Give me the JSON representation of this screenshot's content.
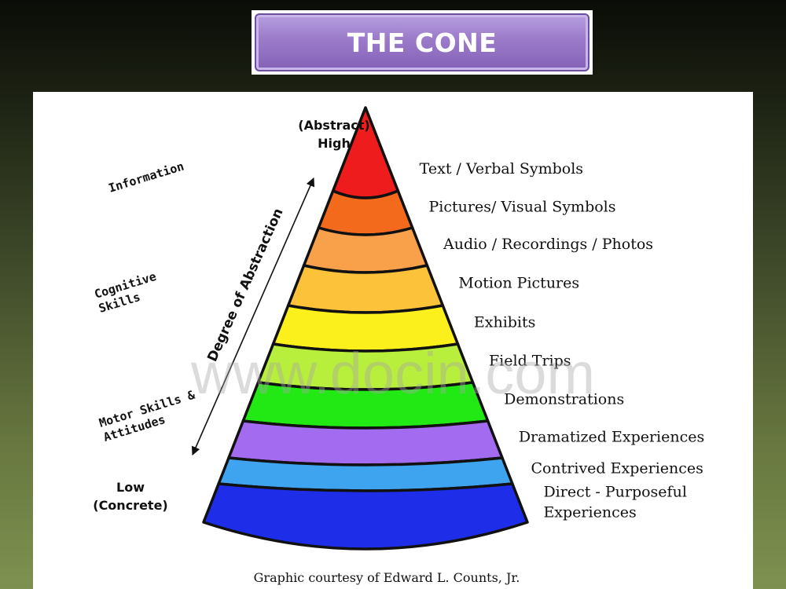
{
  "slide": {
    "title": "THE CONE"
  },
  "diagram": {
    "top_label": [
      "(Abstract)",
      "High"
    ],
    "bottom_label": [
      "Low",
      "(Concrete)"
    ],
    "axis_label": "Degree of Abstraction",
    "side_labels": [
      [
        "Information"
      ],
      [
        "Cognitive",
        "Skills"
      ],
      [
        "Motor Skills &",
        "Attitudes"
      ]
    ],
    "levels": [
      {
        "label": [
          "Text / Verbal Symbols"
        ],
        "color": "#ee1c1c"
      },
      {
        "label": [
          "Pictures/ Visual Symbols"
        ],
        "color": "#f36a1d"
      },
      {
        "label": [
          "Audio / Recordings / Photos"
        ],
        "color": "#f9a04a"
      },
      {
        "label": [
          "Motion Pictures"
        ],
        "color": "#fcc23a"
      },
      {
        "label": [
          "Exhibits"
        ],
        "color": "#fbf01b"
      },
      {
        "label": [
          "Field Trips"
        ],
        "color": "#b8ee3c"
      },
      {
        "label": [
          "Demonstrations"
        ],
        "color": "#22e814"
      },
      {
        "label": [
          "Dramatized Experiences"
        ],
        "color": "#a36cf0"
      },
      {
        "label": [
          "Contrived Experiences"
        ],
        "color": "#3fa4f0"
      },
      {
        "label": [
          "Direct - Purposeful",
          "Experiences"
        ],
        "color": "#1e2ee8"
      }
    ],
    "credit": "Graphic courtesy of Edward L. Counts, Jr.",
    "watermark": "www.docin.com"
  }
}
